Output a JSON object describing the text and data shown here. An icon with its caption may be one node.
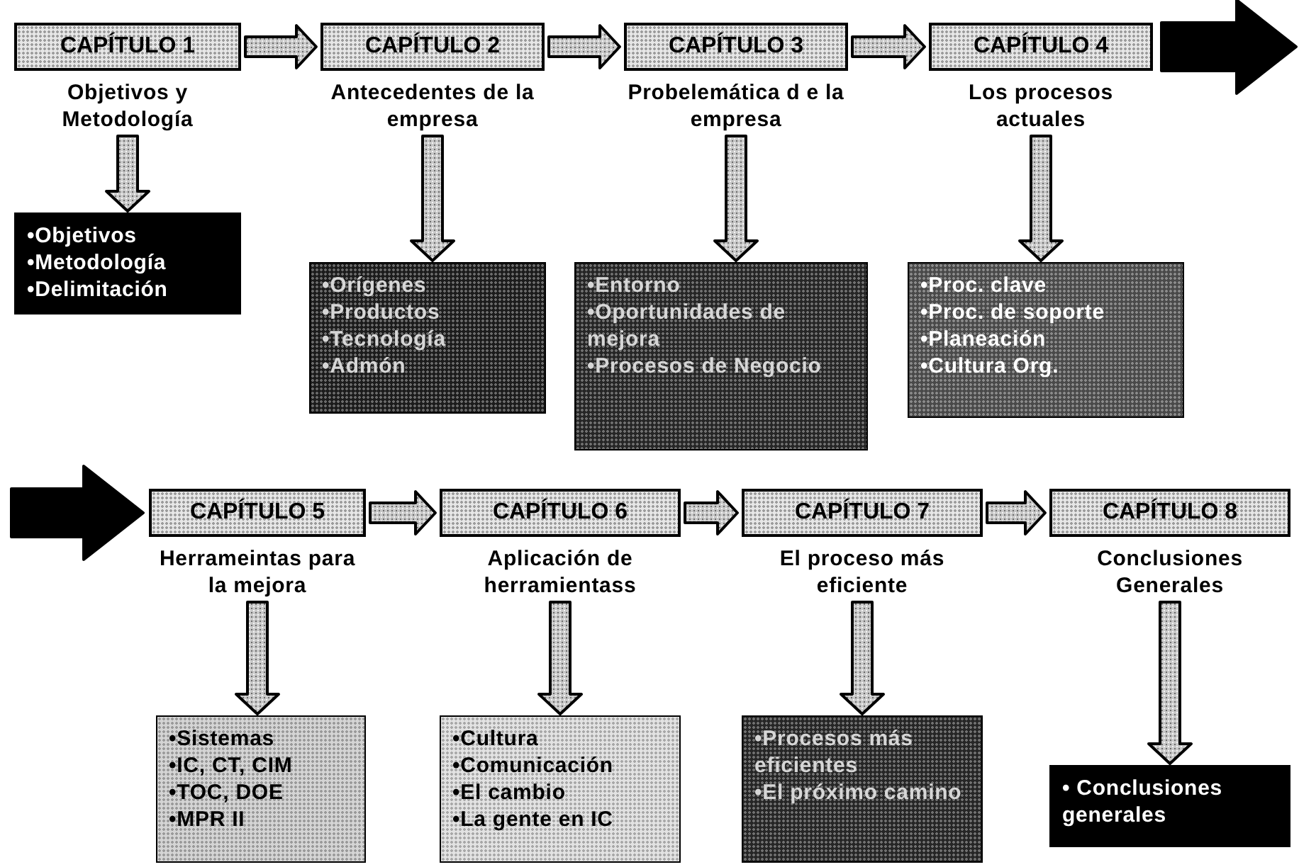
{
  "diagram": {
    "nodes": [
      {
        "text": [
          "CAPÍTULO 1",
          "Objetivos y Metodología"
        ]
      },
      {
        "text": [
          "CAPÍTULO 2",
          "Antecedentes de la empresa"
        ]
      },
      {
        "text": [
          "CAPÍTULO 3",
          "Probelemática d e la empresa"
        ]
      },
      {
        "text": [
          "CAPÍTULO 4",
          "Los procesos actuales"
        ]
      },
      {
        "text": [
          "•Objetivos",
          "•Metodología",
          "•Delimitación"
        ]
      },
      {
        "text": [
          "•Orígenes",
          "•Productos",
          "•Tecnología",
          "•Admón"
        ]
      },
      {
        "text": [
          "•Entorno",
          "•Oportunidades de mejora",
          "•Procesos de Negocio"
        ]
      },
      {
        "text": [
          "•Proc. clave",
          "•Proc. de soporte",
          "•Planeación",
          "•Cultura Org."
        ]
      },
      {
        "text": [
          "CAPÍTULO 5",
          "Herrameintas para la mejora"
        ]
      },
      {
        "text": [
          "CAPÍTULO 6",
          "Aplicación de herramientass"
        ]
      },
      {
        "text": [
          "CAPÍTULO 7",
          "El proceso más eficiente"
        ]
      },
      {
        "text": [
          "CAPÍTULO 8",
          "Conclusiones Generales"
        ]
      },
      {
        "text": [
          "•Sistemas",
          "•IC, CT, CIM",
          "•TOC, DOE",
          "•MPR II"
        ]
      },
      {
        "text": [
          "•Cultura",
          "•Comunicación",
          "•El cambio",
          "•La gente en IC"
        ]
      },
      {
        "text": [
          "•Procesos más eficientes",
          "•El próximo camino"
        ]
      },
      {
        "text": [
          "• Conclusiones generales"
        ]
      }
    ],
    "edges": [
      {
        "from": 0,
        "to": 1,
        "arrow": "to"
      },
      {
        "from": 1,
        "to": 2,
        "arrow": "to"
      },
      {
        "from": 2,
        "to": 3,
        "arrow": "to"
      },
      {
        "from": 3,
        "to": null,
        "arrow": "to",
        "style": "thick",
        "color": "#000000"
      },
      {
        "from": null,
        "to": 8,
        "arrow": "to",
        "style": "thick",
        "color": "#000000"
      },
      {
        "from": 8,
        "to": 9,
        "arrow": "to"
      },
      {
        "from": 9,
        "to": 10,
        "arrow": "to"
      },
      {
        "from": 10,
        "to": 11,
        "arrow": "to"
      },
      {
        "from": 0,
        "to": 4,
        "arrow": "to"
      },
      {
        "from": 1,
        "to": 5,
        "arrow": "to"
      },
      {
        "from": 2,
        "to": 6,
        "arrow": "to"
      },
      {
        "from": 3,
        "to": 7,
        "arrow": "to"
      },
      {
        "from": 8,
        "to": 12,
        "arrow": "to"
      },
      {
        "from": 9,
        "to": 13,
        "arrow": "to"
      },
      {
        "from": 10,
        "to": 14,
        "arrow": "to"
      },
      {
        "from": 11,
        "to": 15,
        "arrow": "to"
      }
    ]
  }
}
